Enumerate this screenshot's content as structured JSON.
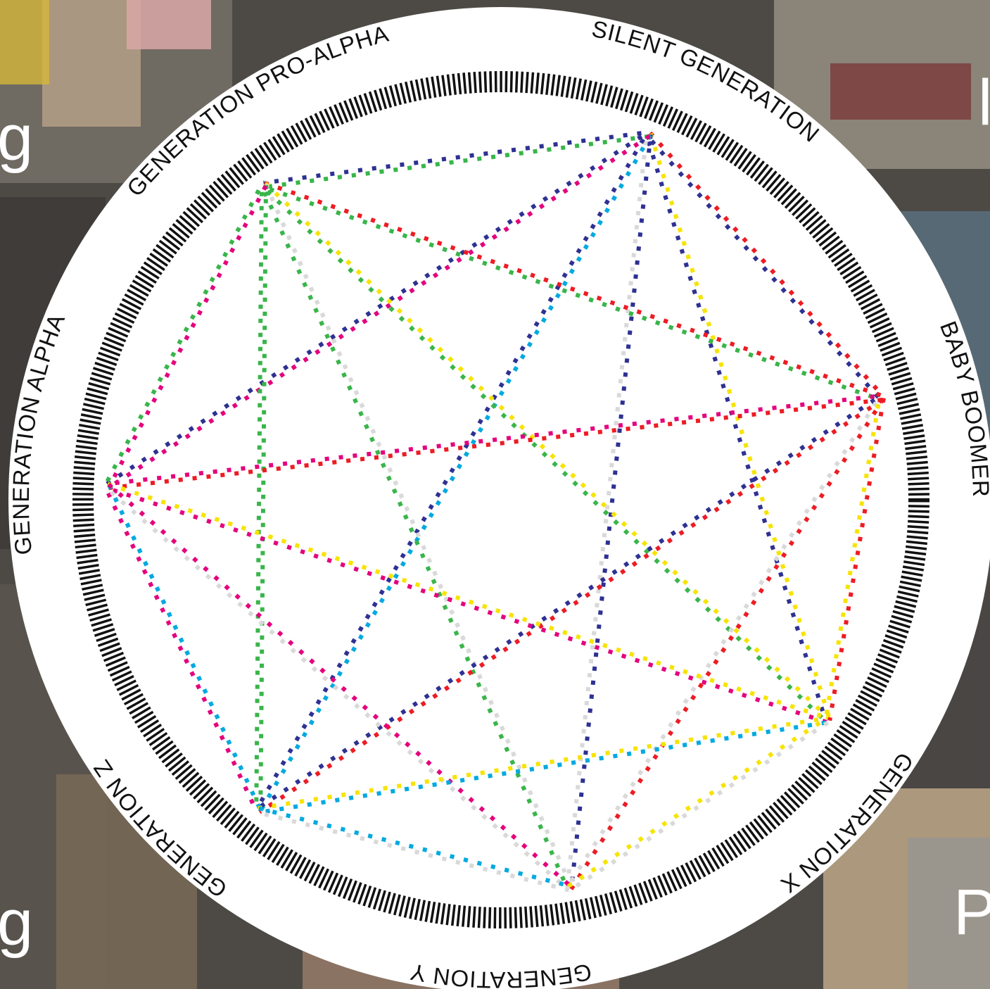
{
  "corner_text": {
    "top_left": "g",
    "bottom_left": "g",
    "bottom_right": "P",
    "top_right": "l"
  },
  "generations": [
    {
      "id": "silent",
      "label": "SILENT GENERATION"
    },
    {
      "id": "boomer",
      "label": "BABY BOOMER"
    },
    {
      "id": "genx",
      "label": "GENERATION X"
    },
    {
      "id": "geny",
      "label": "GENERATION Y"
    },
    {
      "id": "genz",
      "label": "GENERATION Z"
    },
    {
      "id": "alpha",
      "label": "GENERATION ALPHA"
    },
    {
      "id": "proalpha",
      "label": "GENERATION PRO-ALPHA"
    }
  ],
  "colors": {
    "ring": "#ffffff",
    "tick": "#111111",
    "inner": "#ffffff",
    "line_palette": [
      "#e4007c",
      "#2e3192",
      "#00a9e0",
      "#f7e300",
      "#39b54a",
      "#ed1c24",
      "#d9d9d9"
    ]
  },
  "connections": [
    {
      "from": "silent",
      "to": "proalpha",
      "colors": [
        "#39b54a",
        "#2e3192"
      ]
    },
    {
      "from": "silent",
      "to": "boomer",
      "colors": [
        "#ed1c24",
        "#2e3192"
      ]
    },
    {
      "from": "silent",
      "to": "genx",
      "colors": [
        "#f7e300",
        "#2e3192"
      ]
    },
    {
      "from": "silent",
      "to": "geny",
      "colors": [
        "#2e3192",
        "#d9d9d9"
      ]
    },
    {
      "from": "silent",
      "to": "genz",
      "colors": [
        "#00a9e0",
        "#2e3192"
      ]
    },
    {
      "from": "silent",
      "to": "alpha",
      "colors": [
        "#e4007c",
        "#2e3192"
      ]
    },
    {
      "from": "proalpha",
      "to": "boomer",
      "colors": [
        "#ed1c24",
        "#39b54a"
      ]
    },
    {
      "from": "proalpha",
      "to": "genx",
      "colors": [
        "#f7e300",
        "#39b54a"
      ]
    },
    {
      "from": "proalpha",
      "to": "geny",
      "colors": [
        "#d9d9d9",
        "#39b54a"
      ]
    },
    {
      "from": "proalpha",
      "to": "genz",
      "colors": [
        "#39b54a",
        "#39b54a"
      ]
    },
    {
      "from": "proalpha",
      "to": "alpha",
      "colors": [
        "#e4007c",
        "#39b54a"
      ]
    },
    {
      "from": "boomer",
      "to": "alpha",
      "colors": [
        "#ed1c24",
        "#e4007c"
      ]
    },
    {
      "from": "boomer",
      "to": "genz",
      "colors": [
        "#ed1c24",
        "#2e3192"
      ]
    },
    {
      "from": "boomer",
      "to": "geny",
      "colors": [
        "#ed1c24",
        "#d9d9d9"
      ]
    },
    {
      "from": "boomer",
      "to": "genx",
      "colors": [
        "#ed1c24",
        "#f7e300"
      ]
    },
    {
      "from": "alpha",
      "to": "genx",
      "colors": [
        "#f7e300",
        "#e4007c"
      ]
    },
    {
      "from": "alpha",
      "to": "genz",
      "colors": [
        "#00a9e0",
        "#e4007c"
      ]
    },
    {
      "from": "alpha",
      "to": "geny",
      "colors": [
        "#e4007c",
        "#d9d9d9"
      ]
    },
    {
      "from": "genz",
      "to": "genx",
      "colors": [
        "#f7e300",
        "#00a9e0"
      ]
    },
    {
      "from": "genz",
      "to": "geny",
      "colors": [
        "#00a9e0",
        "#d9d9d9"
      ]
    },
    {
      "from": "geny",
      "to": "genx",
      "colors": [
        "#f7e300",
        "#d9d9d9"
      ]
    }
  ]
}
